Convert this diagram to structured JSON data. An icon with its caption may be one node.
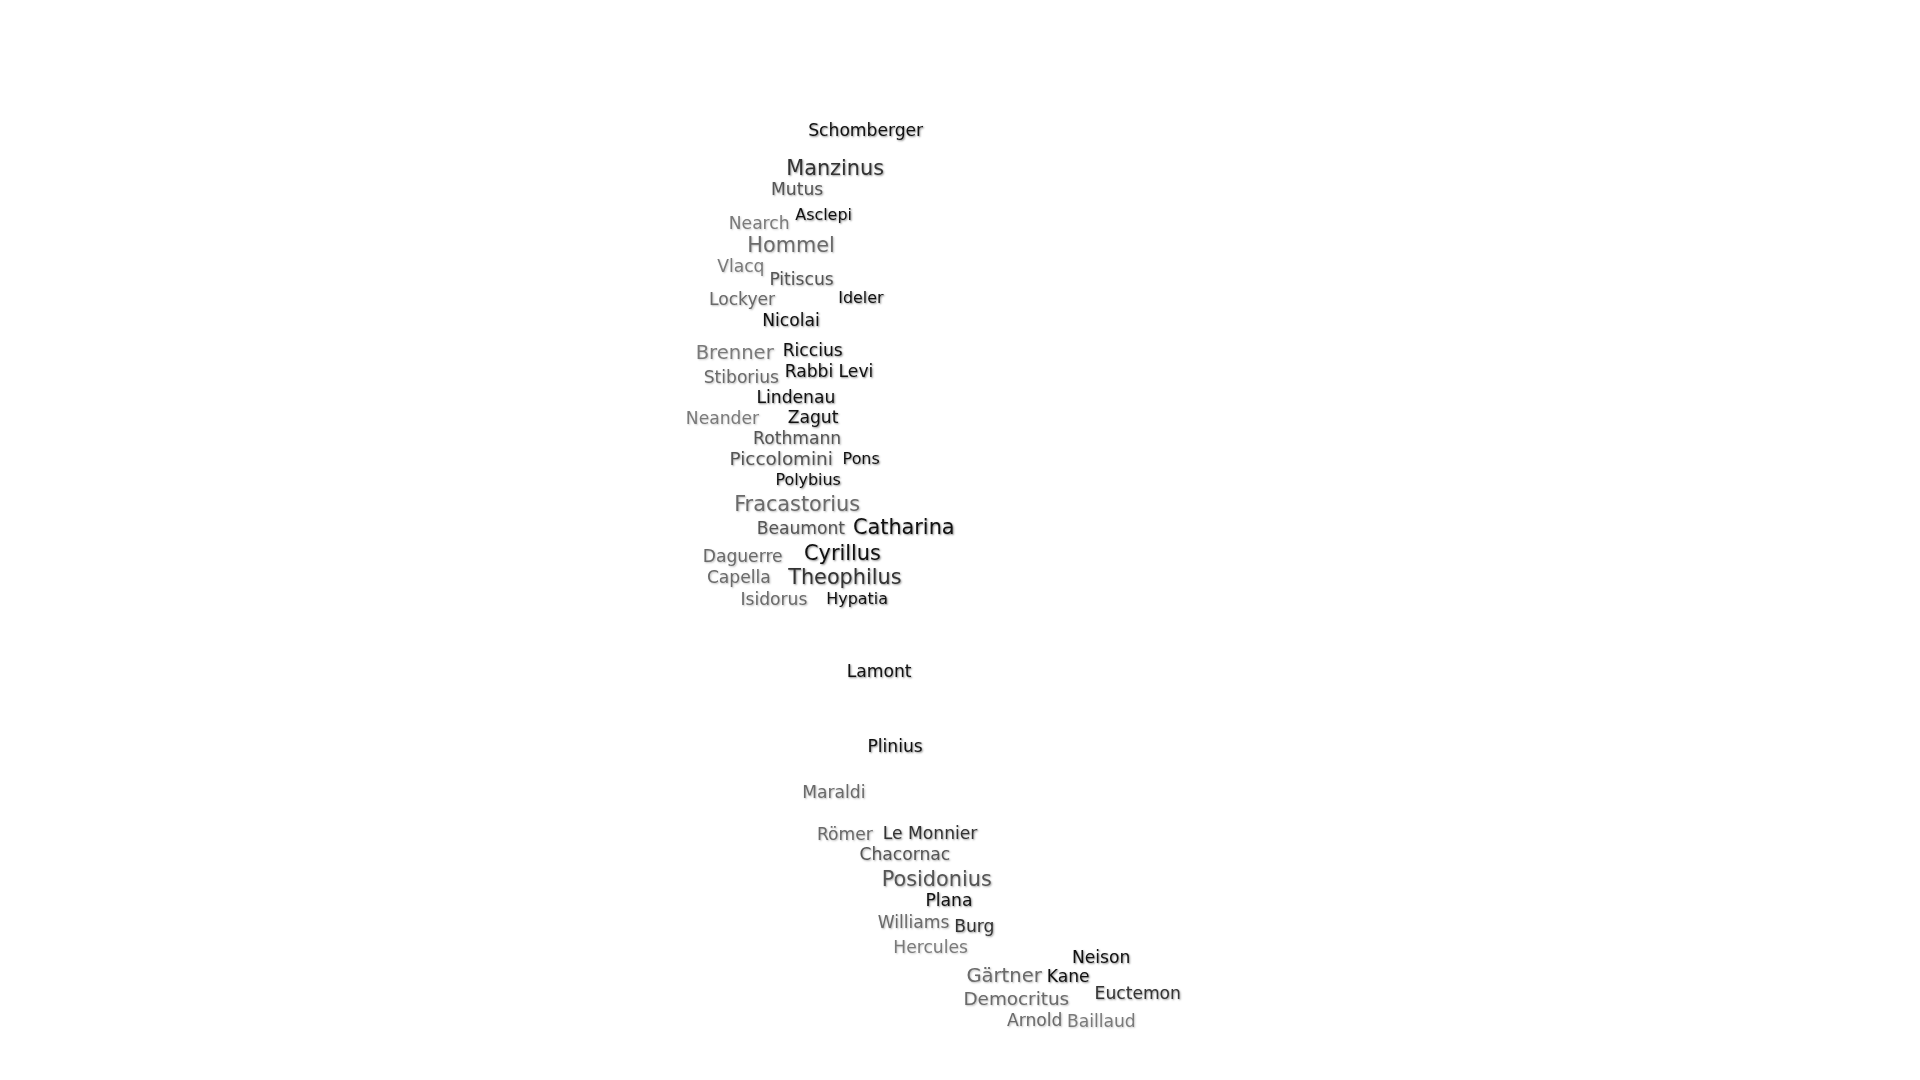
{
  "diagram": {
    "labels": [
      "Schomberger",
      "Manzinus",
      "Mutus",
      "Nearch",
      "Hommel",
      "Asclepi",
      "Vlacq",
      "Pitiscus",
      "Ideler",
      "Lockyer",
      "Nicolai",
      "Brenner",
      "Riccius",
      "Rabbi Levi",
      "Stiborius",
      "Lindenau",
      "Zagut",
      "Rothmann",
      "Neander",
      "Piccolomini",
      "Pons",
      "Polybius",
      "Fracastorius",
      "Beaumont",
      "Catharina",
      "Cyrillus",
      "Theophilus",
      "Daguerre",
      "Isidorus",
      "Capella",
      "Hypatia",
      "Lamont",
      "Plinius",
      "Maraldi",
      "Römer",
      "Le Monnier",
      "Chacornac",
      "Posidonius",
      "Williams",
      "Plana",
      "Burg",
      "Hercules",
      "Gärtner",
      "Democritus",
      "Kane",
      "Neison",
      "Arnold",
      "Baillaud",
      "Euctemon"
    ]
  }
}
